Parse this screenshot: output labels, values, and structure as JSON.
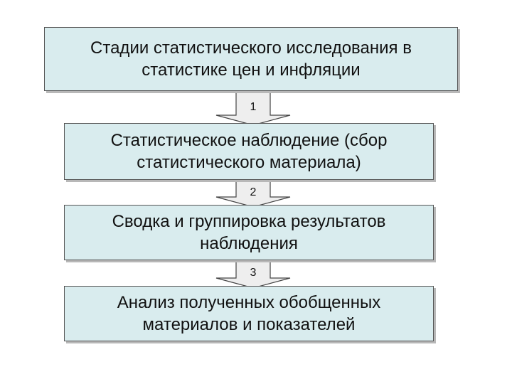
{
  "diagram": {
    "title": "Стадии статистического исследования в статистике цен и инфляции",
    "stages": [
      {
        "number": "1",
        "label": "Статистическое наблюдение (сбор статистического материала)"
      },
      {
        "number": "2",
        "label": "Сводка и группировка результатов наблюдения"
      },
      {
        "number": "3",
        "label": "Анализ полученных обобщенных материалов и показателей"
      }
    ],
    "colors": {
      "box_fill": "#d9ecee",
      "box_border": "#555555",
      "arrow_fill": "#eeeeee",
      "arrow_stroke": "#444444"
    }
  }
}
